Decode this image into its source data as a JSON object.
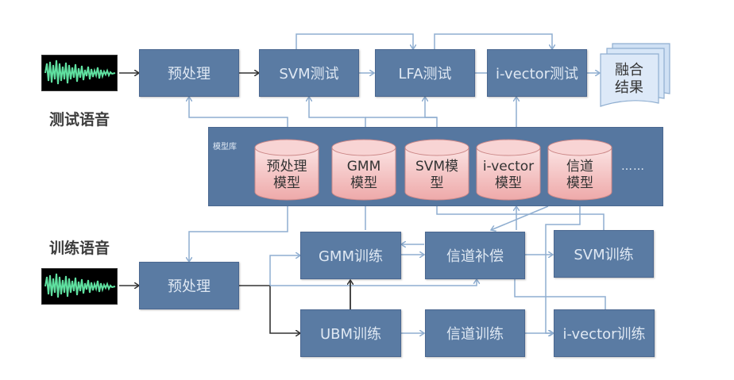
{
  "diagram": {
    "labels": {
      "test_speech": "测试语音",
      "train_speech": "训练语音"
    },
    "test_row": {
      "preprocess": "预处理",
      "svm_test": "SVM测试",
      "lfa_test": "LFA测试",
      "ivector_test": "i-vector测试",
      "fusion_result_line1": "融合",
      "fusion_result_line2": "结果"
    },
    "model_library": {
      "title": "模型库",
      "models": [
        {
          "line1": "预处理",
          "line2": "模型"
        },
        {
          "line1": "GMM",
          "line2": "模型"
        },
        {
          "line1": "SVM模",
          "line2": "型"
        },
        {
          "line1": "i-vector",
          "line2": "模型"
        },
        {
          "line1": "信道",
          "line2": "模型"
        }
      ],
      "more": "……"
    },
    "train_row": {
      "preprocess": "预处理",
      "gmm_train": "GMM训练",
      "channel_compensation": "信道补偿",
      "svm_train": "SVM训练",
      "ubm_train": "UBM训练",
      "channel_train": "信道训练",
      "ivector_train": "i-vector训练"
    },
    "colors": {
      "box_fill": "#5a7ba3",
      "library_fill": "#5677a0",
      "cylinder_fill": "#f3c6c6",
      "connector": "#8faed0",
      "main_flow": "#333333",
      "waveform": "#5fe0a0"
    }
  }
}
